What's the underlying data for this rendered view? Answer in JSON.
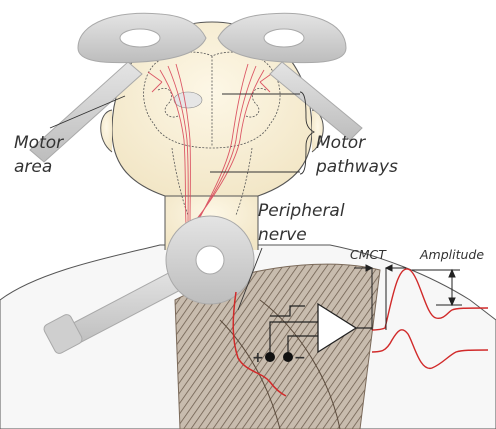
{
  "labels": {
    "motor_area_line1": "Motor",
    "motor_area_line2": "area",
    "motor_pathways_line1": "Motor",
    "motor_pathways_line2": "pathways",
    "peripheral_line1": "Peripheral",
    "peripheral_line2": "nerve",
    "cmct": "CMCT",
    "amplitude": "Amplitude",
    "plus": "+",
    "minus": "−"
  },
  "colors": {
    "skin": "#fbf3df",
    "coil": "#d6d6d6",
    "coil_edge": "#a9a9a9",
    "pathway": "#d9485a",
    "signal": "#d12a2a",
    "line": "#333333",
    "muscle": "#8a7868"
  },
  "icons": {
    "stim_coil_head": "figure-eight-coil-icon",
    "stim_coil_neck": "round-coil-icon",
    "amplifier": "amplifier-triangle-icon",
    "electrode_plus": "electrode-icon",
    "electrode_minus": "electrode-icon"
  }
}
